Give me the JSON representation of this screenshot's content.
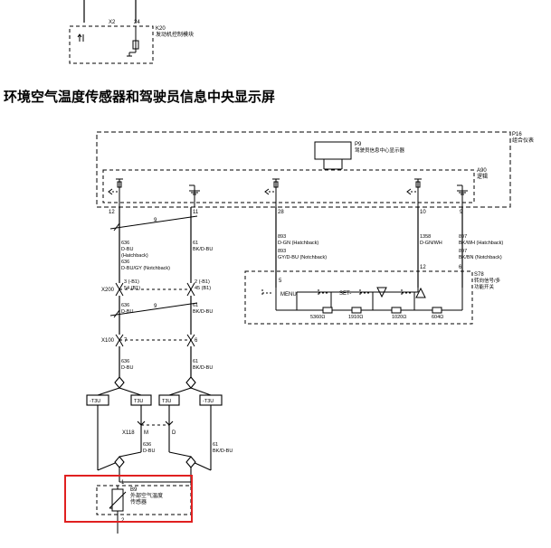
{
  "title": "环境空气温度传感器和驾驶员信息中央显示屏",
  "top": {
    "conn": "X2",
    "pin": "24",
    "module_id": "K20",
    "module_name": "发动机控制模块"
  },
  "panel": {
    "id": "P16",
    "name": "组合仪表",
    "display_id": "P9",
    "display_name": "驾驶员信息中心显示器",
    "a90_id": "A90",
    "a90_name": "逻辑"
  },
  "pins": {
    "p12": "12",
    "p11": "11",
    "p28": "28",
    "p10": "10",
    "p9": "9"
  },
  "wires": {
    "w636_hatch": "636",
    "c_dbu": "D-BU",
    "h_hatch": "(Hatchback)",
    "w636_notch": "636",
    "c_dbu_gy": "D-BU/GY (Notchback)",
    "w61": "61",
    "c_bkdbu": "BK/D-BU",
    "w893a": "893",
    "c893a": "D-GN (Hatchback)",
    "w893b": "893",
    "c893b": "GY/D-BU (Notchback)",
    "w1358": "1358",
    "c1358": "D-GN/WH",
    "w897a": "897",
    "c897a": "BK/WH (Hatchback)",
    "w897b": "897",
    "c897b": "BK/BN (Notchback)",
    "twist": "9"
  },
  "x200": {
    "id": "X200",
    "l1": "3 (-B1)",
    "l2": "54 (B1)",
    "r1": "2 (-B1)",
    "r2": "45 (B1)"
  },
  "x100": {
    "id": "X100",
    "left": "7",
    "right": "6"
  },
  "switch": {
    "id": "S78",
    "name1": "转向信号/多",
    "name2": "功能开关",
    "pin5": "5",
    "pin12": "12",
    "pin6": "6",
    "menu": "MENU",
    "set": "SET-",
    "r1": "5360Ω",
    "r2": "1910Ω",
    "r3": "1020Ω",
    "r4": "604Ω"
  },
  "t3u": {
    "label1": "-T3U",
    "label2": "T3U",
    "label3": "T3U",
    "label4": "-T3U"
  },
  "x118": {
    "id": "X118",
    "m": "M",
    "d": "D"
  },
  "sensor": {
    "pin1": "1",
    "pin2": "2",
    "id": "B9",
    "name1": "外部空气温度",
    "name2": "传感器"
  }
}
